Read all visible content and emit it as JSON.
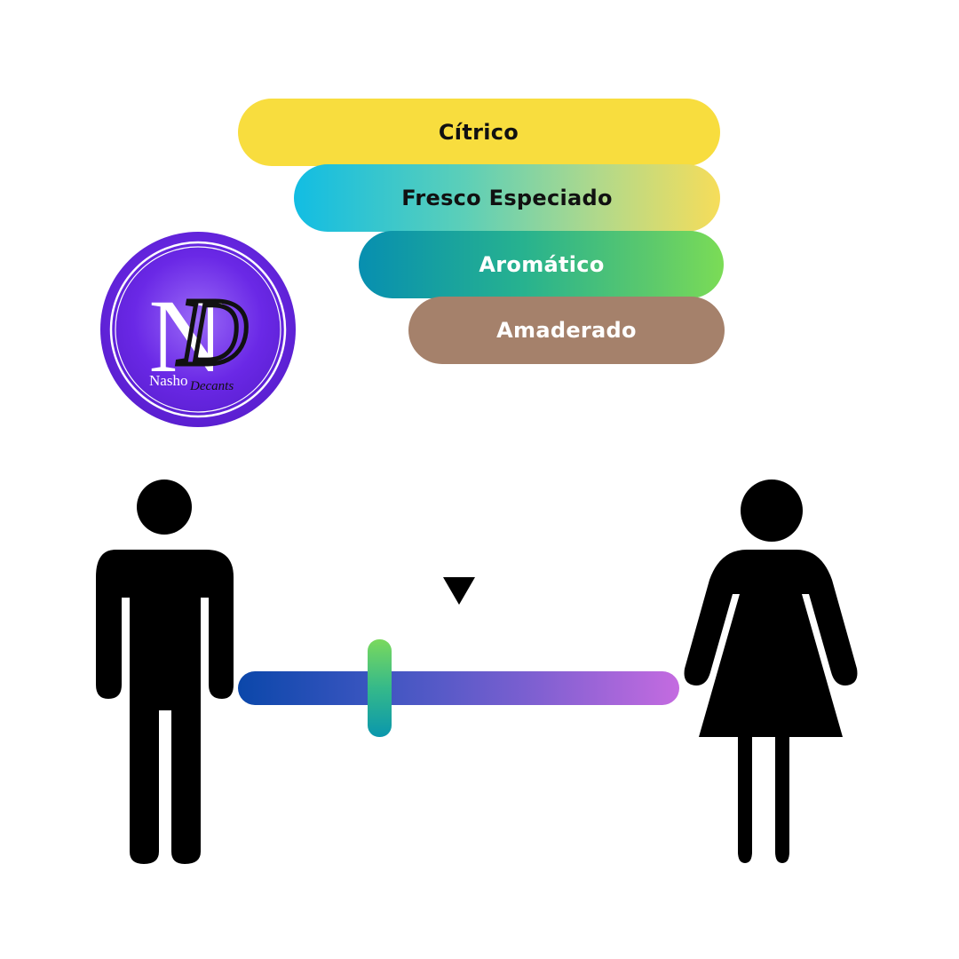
{
  "categories": [
    {
      "label": "Cítrico"
    },
    {
      "label": "Fresco Especiado"
    },
    {
      "label": "Aromático"
    },
    {
      "label": "Amaderado"
    }
  ],
  "logo": {
    "letter_main": "N",
    "letter_script": "D",
    "brand_left": "Nasho",
    "brand_right": "Decants",
    "color": "#6a28e6"
  },
  "gender_scale": {
    "left_icon": "man-icon",
    "right_icon": "woman-icon",
    "position": 0.32,
    "marker_position": 0.5
  }
}
